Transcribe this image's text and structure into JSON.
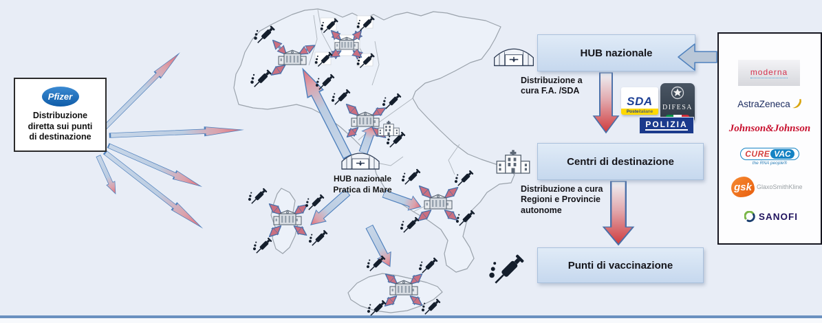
{
  "diagram": {
    "background": "#e8edf6",
    "bottom_rule_color": "#6a91c0"
  },
  "pfizer": {
    "logo_text": "Pfizer",
    "label": "Distribuzione\ndiretta sui punti\ndi destinazione"
  },
  "map": {
    "national_hub_label": "HUB nazionale\nPratica di Mare"
  },
  "flow": {
    "hub_title": "HUB nazionale",
    "hub_note": "Distribuzione a\ncura F.A. /SDA",
    "centri_title": "Centri di destinazione",
    "centri_note": "Distribuzione a cura\nRegioni e Provincie\nautonome",
    "punti_title": "Punti di vaccinazione",
    "logos": {
      "sda_name": "SDA",
      "sda_sub_bold": "Poste",
      "sda_sub_rest": "italiane",
      "difesa_name": "DIFESA",
      "polizia_name": "POLIZIA"
    }
  },
  "suppliers": {
    "moderna": "moderna",
    "astrazeneca": "AstraZeneca",
    "jnj": "Johnson&Johnson",
    "curevac_cure": "CURE",
    "curevac_vac": "VAC",
    "curevac_tagline": "the RNA people®",
    "gsk_name": "gsk",
    "gsk_sub": "GlaxoSmithKline",
    "sanofi": "SANOFI"
  },
  "icons": {
    "hangar": "aircraft-hangar",
    "hub_building": "distribution-hub-building",
    "hospital": "hospital-building",
    "syringe": "vaccination-syringe"
  },
  "colors": {
    "arrow_blue_outline": "#4f81bd",
    "arrow_red": "#cf3a3c",
    "flow_box_fill": "#cddcf0",
    "pfizer_blue": "#1767b1",
    "sda_blue": "#1c3f94",
    "sda_yellow": "#ffd800",
    "polizia_blue": "#1b3a8c",
    "flag_green": "#009246",
    "flag_red": "#ce2b37",
    "moderna_red": "#d5304c",
    "astrazeneca_navy": "#1a2a5e",
    "jnj_red": "#c8102e",
    "curevac_red": "#d5413e",
    "curevac_blue": "#1583c4",
    "gsk_orange": "#f36f21",
    "sanofi_navy": "#21145f"
  }
}
